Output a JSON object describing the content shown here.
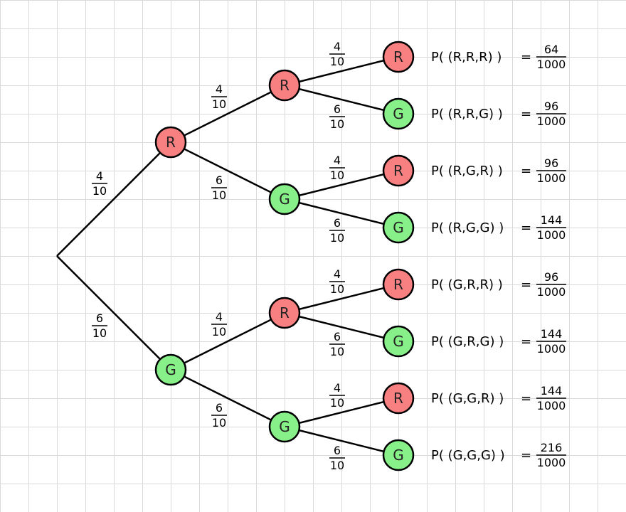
{
  "colors": {
    "red_node": "#f88080",
    "green_node": "#88f088",
    "stroke": "#000000"
  },
  "tree": {
    "root_branches": [
      {
        "label": "R",
        "prob": {
          "num": "4",
          "den": "10"
        },
        "children": [
          {
            "label": "R",
            "prob": {
              "num": "4",
              "den": "10"
            },
            "children": [
              {
                "label": "R",
                "prob": {
                  "num": "4",
                  "den": "10"
                },
                "outcome": {
                  "expr": "P( (R,R,R) )",
                  "num": "64",
                  "den": "1000"
                }
              },
              {
                "label": "G",
                "prob": {
                  "num": "6",
                  "den": "10"
                },
                "outcome": {
                  "expr": "P( (R,R,G) )",
                  "num": "96",
                  "den": "1000"
                }
              }
            ]
          },
          {
            "label": "G",
            "prob": {
              "num": "6",
              "den": "10"
            },
            "children": [
              {
                "label": "R",
                "prob": {
                  "num": "4",
                  "den": "10"
                },
                "outcome": {
                  "expr": "P( (R,G,R) )",
                  "num": "96",
                  "den": "1000"
                }
              },
              {
                "label": "G",
                "prob": {
                  "num": "6",
                  "den": "10"
                },
                "outcome": {
                  "expr": "P( (R,G,G) )",
                  "num": "144",
                  "den": "1000"
                }
              }
            ]
          }
        ]
      },
      {
        "label": "G",
        "prob": {
          "num": "6",
          "den": "10"
        },
        "children": [
          {
            "label": "R",
            "prob": {
              "num": "4",
              "den": "10"
            },
            "children": [
              {
                "label": "R",
                "prob": {
                  "num": "4",
                  "den": "10"
                },
                "outcome": {
                  "expr": "P( (G,R,R) )",
                  "num": "96",
                  "den": "1000"
                }
              },
              {
                "label": "G",
                "prob": {
                  "num": "6",
                  "den": "10"
                },
                "outcome": {
                  "expr": "P( (G,R,G) )",
                  "num": "144",
                  "den": "1000"
                }
              }
            ]
          },
          {
            "label": "G",
            "prob": {
              "num": "6",
              "den": "10"
            },
            "children": [
              {
                "label": "R",
                "prob": {
                  "num": "4",
                  "den": "10"
                },
                "outcome": {
                  "expr": "P( (G,G,R) )",
                  "num": "144",
                  "den": "1000"
                }
              },
              {
                "label": "G",
                "prob": {
                  "num": "6",
                  "den": "10"
                },
                "outcome": {
                  "expr": "P( (G,G,G) )",
                  "num": "216",
                  "den": "1000"
                }
              }
            ]
          }
        ]
      }
    ]
  }
}
